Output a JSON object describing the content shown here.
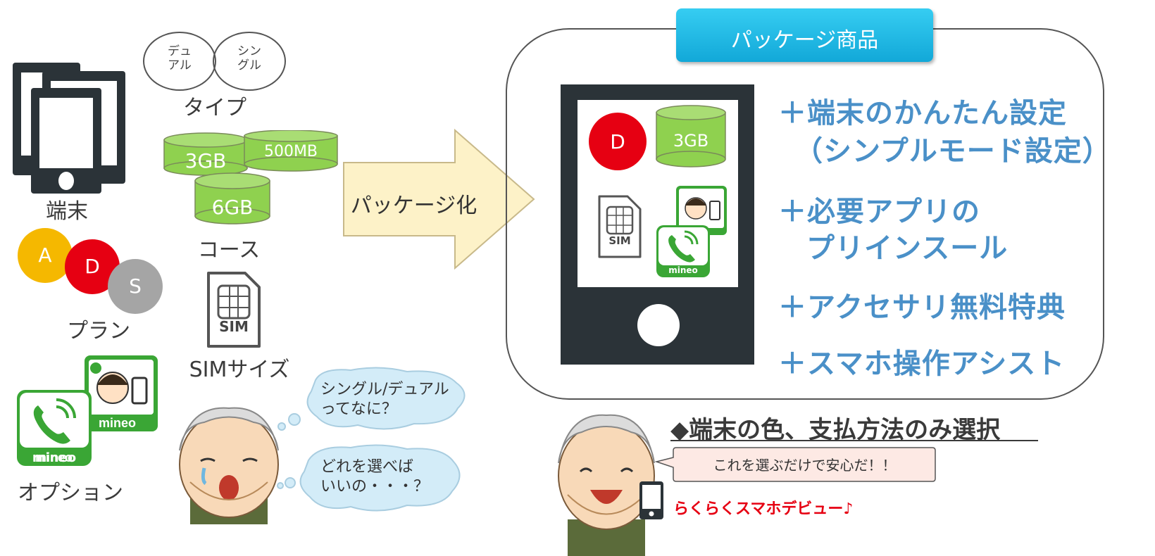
{
  "left": {
    "device_label": "端末",
    "plan_label": "プラン",
    "plan_circles": [
      "A",
      "D",
      "S"
    ],
    "type_circles": [
      "デュ\nアル",
      "シン\nグル"
    ],
    "type_label": "タイプ",
    "course_items": [
      "3GB",
      "500MB",
      "6GB"
    ],
    "course_label": "コース",
    "sim_chip_text": "SIM",
    "sim_label": "SIMサイズ",
    "option_label": "オプション",
    "mineo_text": "mineo"
  },
  "arrow_label": "パッケージ化",
  "confused_bubbles": [
    "シングル/デュアル\nってなに？",
    "どれを選べば\nいいの・・・？"
  ],
  "package": {
    "title": "パッケージ商品",
    "plan_badge": "D",
    "course_badge": "3GB",
    "sim_chip_text": "SIM",
    "mineo_text": "mineo",
    "features": [
      "＋端末のかんたん設定",
      "（シンプルモード設定）",
      "＋必要アプリの",
      "プリインスール",
      "＋アクセサリ無料特典",
      "＋スマホ操作アシスト"
    ]
  },
  "bottom": {
    "select_text": "◆端末の色、支払方法のみ選択",
    "happy_bubble": "これを選ぶだけで安心だ！！",
    "debut_text": "らくらくスマホデビュー♪"
  },
  "colors": {
    "feature_blue": "#4a90c8",
    "title_cyan": "#1ab7e0",
    "course_green": "#8fd14f",
    "plan_a": "#f5b800",
    "plan_d": "#e60012",
    "plan_s": "#a5a5a5",
    "arrow_fill": "#fdf2c8",
    "bubble_fill": "#d3ecf8",
    "mineo_green": "#3aa635",
    "debut_red": "#e60012"
  }
}
